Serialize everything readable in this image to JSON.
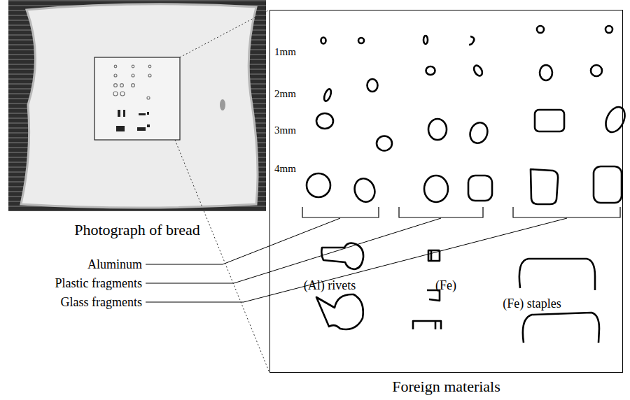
{
  "diagram": {
    "nodes": [
      {
        "text": [
          "Photograph of bread"
        ]
      },
      {
        "text": [
          "Foreign materials"
        ]
      }
    ],
    "labels": [
      "1mm",
      "2mm",
      "3mm",
      "4mm",
      "Aluminum",
      "Plastic fragments",
      "Glass fragments",
      "(Al) rivets",
      "(Fe)",
      "(Fe) staples"
    ]
  }
}
